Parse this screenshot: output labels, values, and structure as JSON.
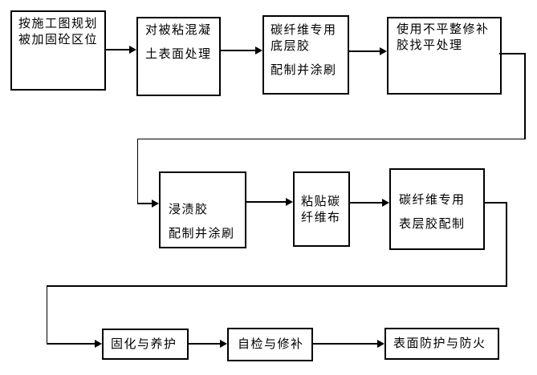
{
  "diagram": {
    "type": "flowchart",
    "colors": {
      "line": "#000000",
      "background": "#ffffff",
      "text": "#000000"
    }
  },
  "boxes": [
    {
      "id": "plan-area",
      "lines": [
        "按施工图规划",
        "被加固砼区位"
      ]
    },
    {
      "id": "surface-treatment",
      "lines": [
        "对被粘混凝",
        "土表面处理"
      ]
    },
    {
      "id": "primer-coat",
      "lines": [
        "碳纤维专用",
        "底层胶",
        "配制并涂刷"
      ]
    },
    {
      "id": "leveling",
      "lines": [
        "使用不平整修补",
        "胶找平处理"
      ]
    },
    {
      "id": "impregnating-glue",
      "lines": [
        "浸渍胶",
        "配制并涂刷"
      ]
    },
    {
      "id": "paste-cfrp-cloth",
      "lines": [
        "粘贴碳",
        "纤维布"
      ]
    },
    {
      "id": "top-coat",
      "lines": [
        "碳纤维专用",
        "表层胶配制"
      ]
    },
    {
      "id": "curing",
      "lines": [
        "固化与养护"
      ]
    },
    {
      "id": "self-inspection",
      "lines": [
        "自检与修补"
      ]
    },
    {
      "id": "surface-protection",
      "lines": [
        "表面防护与防火"
      ]
    }
  ],
  "edges": [
    {
      "from": 0,
      "to": 1
    },
    {
      "from": 1,
      "to": 2
    },
    {
      "from": 2,
      "to": 3
    },
    {
      "from": 3,
      "to": 4
    },
    {
      "from": 4,
      "to": 5
    },
    {
      "from": 5,
      "to": 6
    },
    {
      "from": 6,
      "to": 7
    },
    {
      "from": 7,
      "to": 8
    },
    {
      "from": 8,
      "to": 9
    }
  ]
}
